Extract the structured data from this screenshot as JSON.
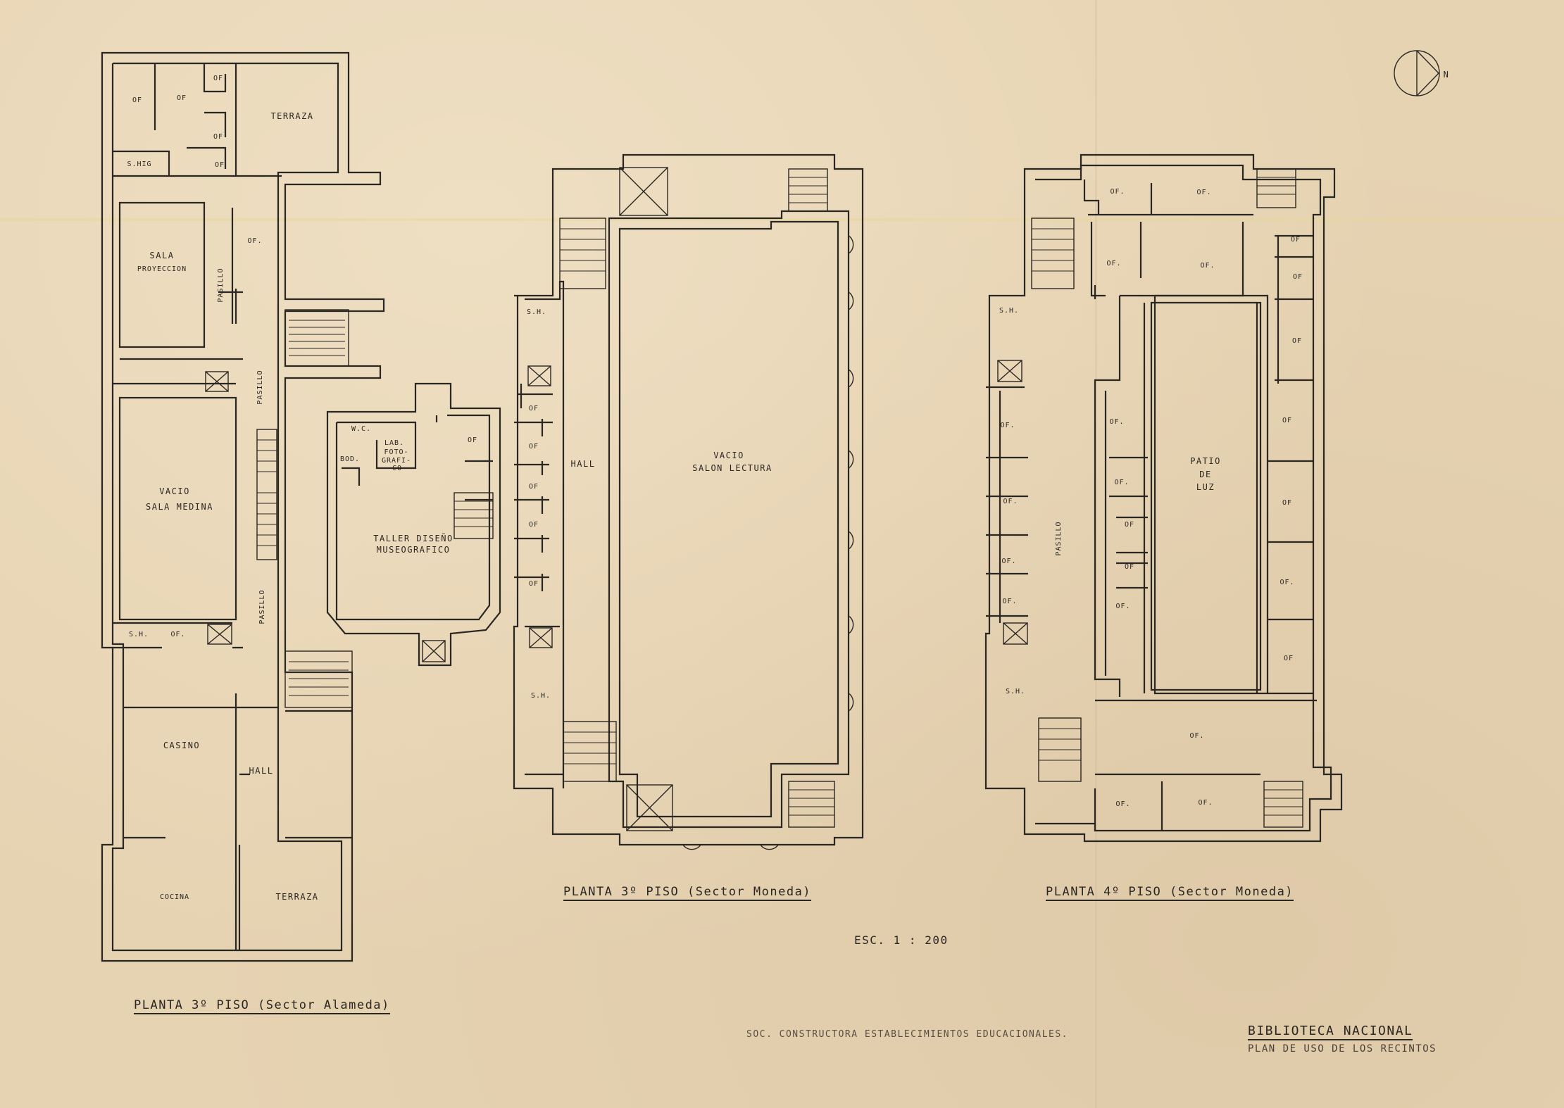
{
  "plans": {
    "alameda": {
      "title": "PLANTA 3º PISO (Sector Alameda)",
      "rooms": {
        "of1": "OF",
        "of2": "OF",
        "of3": "OF",
        "of4": "OF",
        "of5": "OF",
        "terraza_top": "TERRAZA",
        "shig": "S.HIG",
        "of_pasillo": "OF.",
        "sala_proyeccion_1": "SALA",
        "sala_proyeccion_2": "PROYECCION",
        "pasillo_1": "PASILLO",
        "pasillo_2": "PASILLO",
        "pasillo_3": "PASILLO",
        "vacio_1": "VACIO",
        "vacio_2": "SALA MEDINA",
        "sh": "S.H.",
        "of_sh": "OF.",
        "casino": "CASINO",
        "hall": "HALL",
        "cocina": "COCINA",
        "terraza_bottom": "TERRAZA",
        "wc": "W.C.",
        "bod": "BOD.",
        "lab_1": "LAB.",
        "lab_2": "FOTO-",
        "lab_3": "GRAFI-",
        "lab_4": "CO",
        "of_taller": "OF",
        "taller_1": "TALLER DISEÑO",
        "taller_2": "MUSEOGRAFICO"
      }
    },
    "moneda3": {
      "title": "PLANTA 3º PISO (Sector Moneda)",
      "rooms": {
        "sh_top": "S.H.",
        "of1": "OF",
        "of2": "OF",
        "of3": "OF",
        "of4": "OF",
        "of5": "OF",
        "hall": "HALL",
        "sh_bottom": "S.H.",
        "vacio_1": "VACIO",
        "vacio_2": "SALON LECTURA"
      }
    },
    "moneda4": {
      "title": "PLANTA 4º PISO (Sector Moneda)",
      "rooms": {
        "of_t1": "OF.",
        "of_t2": "OF.",
        "of_t3": "OF.",
        "of_t4": "OF.",
        "sh_top": "S.H.",
        "of_r1": "OF",
        "of_r2": "OF",
        "of_r3": "OF",
        "of_r4": "OF",
        "of_r5": "OF",
        "of_r6": "OF.",
        "of_r7": "OF",
        "of_l1": "OF.",
        "of_l2": "OF.",
        "of_l3": "OF.",
        "of_l4": "OF.",
        "pasillo": "PASILLO",
        "of_i1": "OF.",
        "of_i2": "OF.",
        "of_i3": "OF",
        "of_i4": "OF",
        "of_i5": "OF.",
        "patio_1": "PATIO",
        "patio_2": "DE",
        "patio_3": "LUZ",
        "sh_bottom": "S.H.",
        "of_b1": "OF.",
        "of_b2": "OF.",
        "of_b3": "OF."
      }
    }
  },
  "scale": "ESC. 1 : 200",
  "north": "N",
  "company": "SOC. CONSTRUCTORA ESTABLECIMIENTOS EDUCACIONALES.",
  "project_title": "BIBLIOTECA NACIONAL",
  "project_subtitle": "PLAN DE USO DE LOS RECINTOS"
}
